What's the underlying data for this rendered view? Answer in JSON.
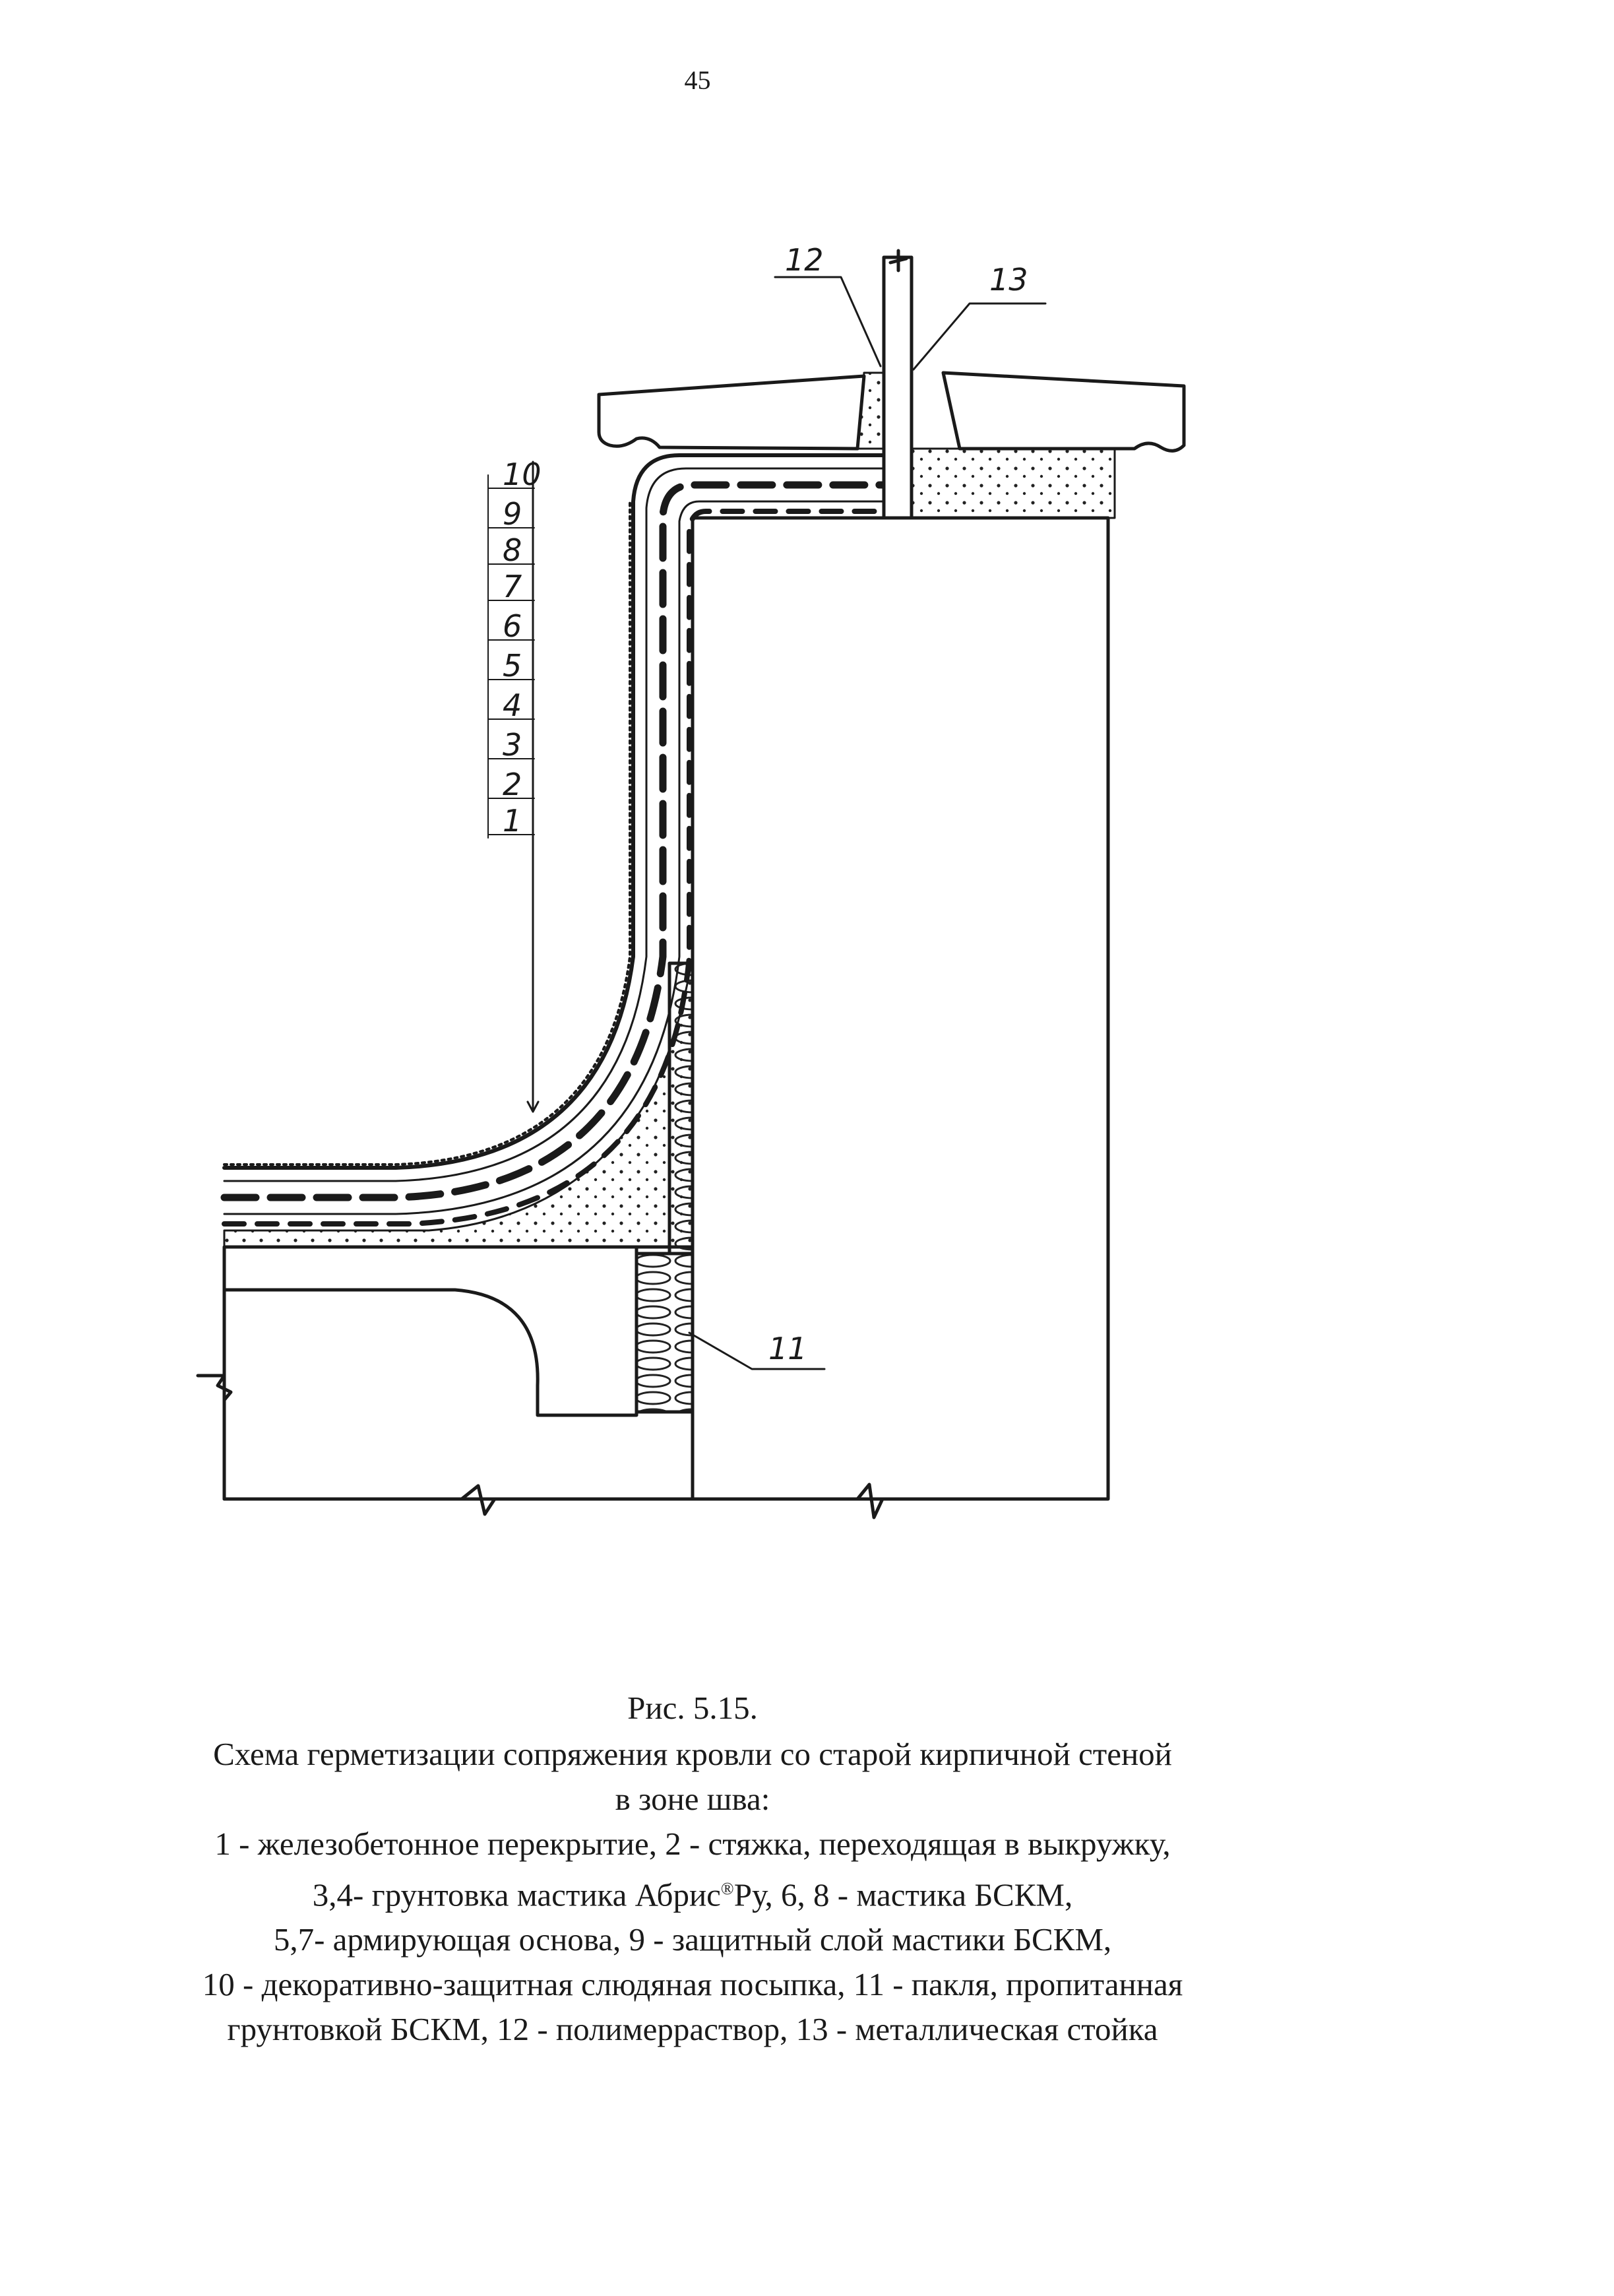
{
  "page_number": "45",
  "figure": {
    "callouts": {
      "c1": "1",
      "c2": "2",
      "c3": "3",
      "c4": "4",
      "c5": "5",
      "c6": "6",
      "c7": "7",
      "c8": "8",
      "c9": "9",
      "c10": "10",
      "c11": "11",
      "c12": "12",
      "c13": "13"
    }
  },
  "caption": {
    "title": "Рис. 5.15.",
    "lines": [
      "Схема герметизации сопряжения кровли со старой кирпичной стеной",
      "в зоне шва:",
      "1 - железобетонное перекрытие, 2 - стяжка, переходящая в выкружку,",
      "3,4- грунтовка мастика Абрис",
      "Ру, 6, 8 - мастика БСКМ,",
      "5,7- армирующая основа, 9 - защитный слой мастики БСКМ,",
      "10 - декоративно-защитная слюдяная посыпка, 11 - пакля, пропитанная",
      "грунтовкой БСКМ, 12 - полимерраствор, 13 - металлическая стойка"
    ],
    "registered_mark": "®"
  }
}
